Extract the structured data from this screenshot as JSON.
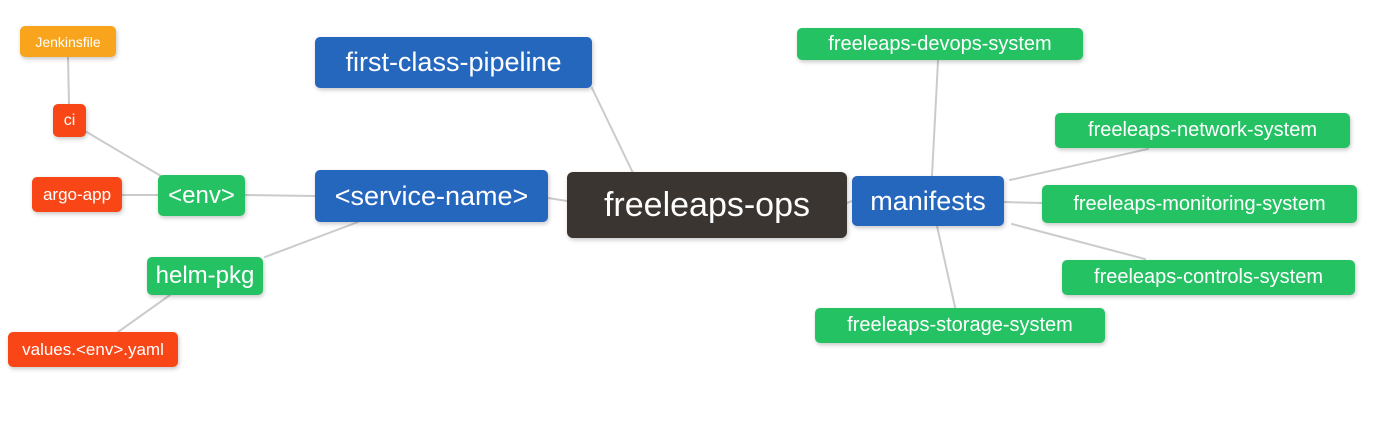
{
  "diagram": {
    "type": "mindmap",
    "root": "freeleaps-ops"
  },
  "colors": {
    "blue": "#2667be",
    "green": "#25c264",
    "orange": "#f8a41c",
    "red": "#f94617",
    "dark": "#3b3531",
    "edge": "#cbcbcb",
    "text": "#ffffff",
    "background": "#ffffff"
  },
  "nodes": [
    {
      "id": "jenkinsfile",
      "label": "Jenkinsfile",
      "color": "orange"
    },
    {
      "id": "ci",
      "label": "ci",
      "color": "red"
    },
    {
      "id": "argo-app",
      "label": "argo-app",
      "color": "red"
    },
    {
      "id": "env",
      "label": "<env>",
      "color": "green"
    },
    {
      "id": "helm-pkg",
      "label": "helm-pkg",
      "color": "green"
    },
    {
      "id": "values-env-yaml",
      "label": "values.<env>.yaml",
      "color": "red"
    },
    {
      "id": "first-class-pipeline",
      "label": "first-class-pipeline",
      "color": "blue"
    },
    {
      "id": "service-name",
      "label": "<service-name>",
      "color": "blue"
    },
    {
      "id": "freeleaps-ops",
      "label": "freeleaps-ops",
      "color": "dark"
    },
    {
      "id": "manifests",
      "label": "manifests",
      "color": "blue"
    },
    {
      "id": "freeleaps-devops-system",
      "label": "freeleaps-devops-system",
      "color": "green"
    },
    {
      "id": "freeleaps-network-system",
      "label": "freeleaps-network-system",
      "color": "green"
    },
    {
      "id": "freeleaps-monitoring-system",
      "label": "freeleaps-monitoring-system",
      "color": "green"
    },
    {
      "id": "freeleaps-controls-system",
      "label": "freeleaps-controls-system",
      "color": "green"
    },
    {
      "id": "freeleaps-storage-system",
      "label": "freeleaps-storage-system",
      "color": "green"
    }
  ],
  "edges": [
    {
      "from": "jenkinsfile",
      "to": "ci"
    },
    {
      "from": "ci",
      "to": "env"
    },
    {
      "from": "argo-app",
      "to": "env"
    },
    {
      "from": "env",
      "to": "service-name"
    },
    {
      "from": "service-name",
      "to": "helm-pkg"
    },
    {
      "from": "helm-pkg",
      "to": "values-env-yaml"
    },
    {
      "from": "first-class-pipeline",
      "to": "freeleaps-ops"
    },
    {
      "from": "service-name",
      "to": "freeleaps-ops"
    },
    {
      "from": "freeleaps-ops",
      "to": "manifests"
    },
    {
      "from": "manifests",
      "to": "freeleaps-devops-system"
    },
    {
      "from": "manifests",
      "to": "freeleaps-network-system"
    },
    {
      "from": "manifests",
      "to": "freeleaps-monitoring-system"
    },
    {
      "from": "manifests",
      "to": "freeleaps-controls-system"
    },
    {
      "from": "manifests",
      "to": "freeleaps-storage-system"
    }
  ]
}
